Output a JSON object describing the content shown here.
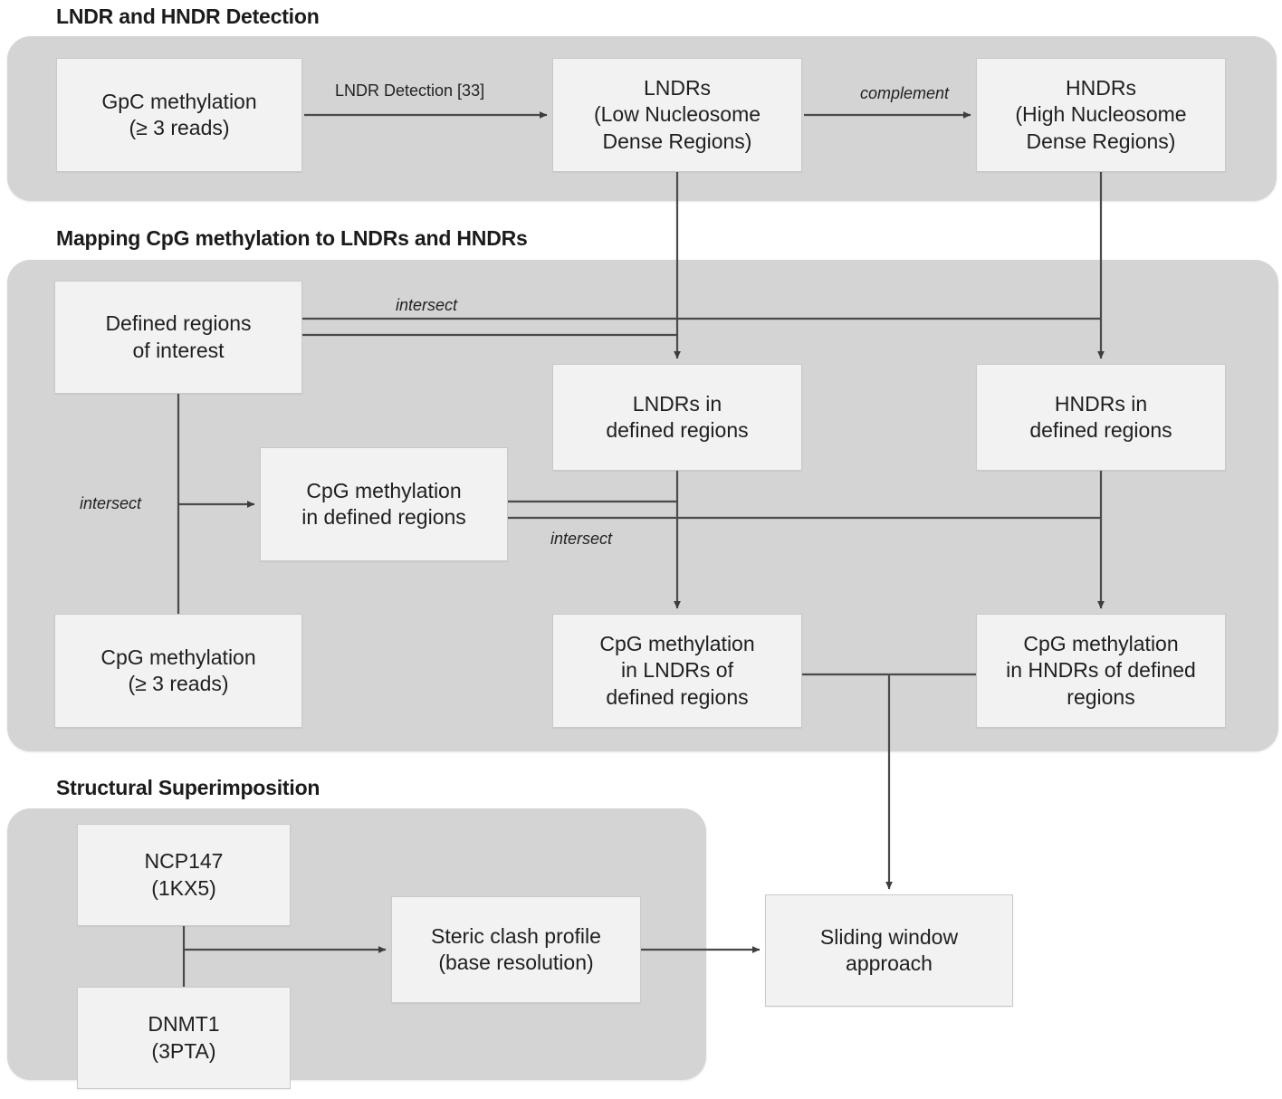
{
  "figure": {
    "type": "flowchart",
    "title": "LNDR/HNDR detection and CpG methylation mapping workflow"
  },
  "sections": [
    {
      "id": "detection",
      "title": "LNDR and HNDR Detection"
    },
    {
      "id": "mapping",
      "title": "Mapping CpG methylation to LNDRs and HNDRs"
    },
    {
      "id": "structural",
      "title": "Structural Superimposition"
    }
  ],
  "nodes": {
    "gpc_methylation": {
      "line1": "GpC methylation",
      "line2": "(≥ 3 reads)"
    },
    "lndrs": {
      "line1": "LNDRs",
      "line2": "(Low Nucleosome",
      "line3": "Dense Regions)"
    },
    "hndrs": {
      "line1": "HNDRs",
      "line2": "(High Nucleosome",
      "line3": "Dense Regions)"
    },
    "defined_regions": {
      "line1": "Defined regions",
      "line2": "of interest"
    },
    "lndrs_in_defined": {
      "line1": "LNDRs in",
      "line2": "defined regions"
    },
    "hndrs_in_defined": {
      "line1": "HNDRs in",
      "line2": "defined regions"
    },
    "cpg_in_defined": {
      "line1": "CpG methylation",
      "line2": "in defined regions"
    },
    "cpg_methylation": {
      "line1": "CpG methylation",
      "line2": "(≥ 3 reads)"
    },
    "cpg_in_lndrs": {
      "line1": "CpG methylation",
      "line2": "in LNDRs of",
      "line3": "defined regions"
    },
    "cpg_in_hndrs": {
      "line1": "CpG methylation",
      "line2": "in HNDRs of defined",
      "line3": "regions"
    },
    "ncp147": {
      "line1": "NCP147",
      "line2": "(1KX5)"
    },
    "dnmt1": {
      "line1": "DNMT1",
      "line2": "(3PTA)"
    },
    "steric_clash": {
      "line1": "Steric clash profile",
      "line2": "(base resolution)"
    },
    "sliding_window": {
      "line1": "Sliding window",
      "line2": "approach"
    }
  },
  "edge_labels": {
    "lndr_detection": "LNDR Detection [33]",
    "complement": "complement",
    "intersect_top": "intersect",
    "intersect_left": "intersect",
    "intersect_mid": "intersect"
  },
  "colors": {
    "panel_background": "#d4d4d4",
    "node_background": "#f2f2f2",
    "node_border": "#c9c9c9",
    "text": "#1f1f1f",
    "wire": "#4a4a4a",
    "page_background": "#ffffff"
  }
}
